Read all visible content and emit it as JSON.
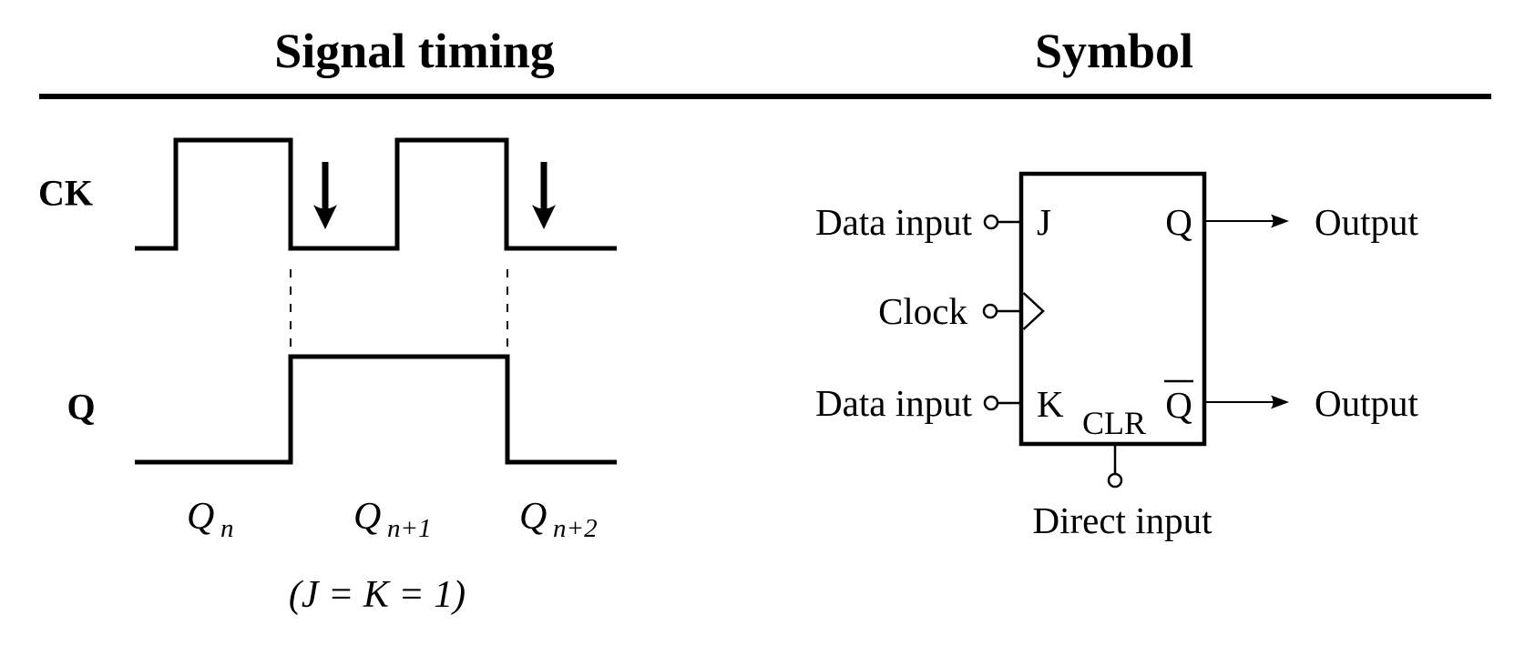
{
  "page": {
    "background": "#ffffff",
    "ink": "#000000"
  },
  "left_panel": {
    "title": "Signal timing",
    "ck_label": "CK",
    "q_label": "Q",
    "state_labels": [
      {
        "main": "Q",
        "sub": "n"
      },
      {
        "main": "Q",
        "sub": "n+1"
      },
      {
        "main": "Q",
        "sub": "n+2"
      }
    ],
    "condition": "(J = K = 1)"
  },
  "right_panel": {
    "title": "Symbol",
    "inputs": [
      {
        "label": "Data input",
        "pin": "J"
      },
      {
        "label": "Clock",
        "pin": ""
      },
      {
        "label": "Data input",
        "pin": "K"
      }
    ],
    "outputs": [
      {
        "pin": "Q",
        "negated": false,
        "label": "Output"
      },
      {
        "pin": "Q",
        "negated": true,
        "label": "Output"
      }
    ],
    "clear_pin": "CLR",
    "direct_input_label": "Direct input"
  },
  "timing": {
    "trigger": "falling-edge",
    "condition": "J = K = 1",
    "ck_levels": [
      "low",
      "high",
      "low",
      "high",
      "low"
    ],
    "q_levels": [
      "low",
      "high",
      "low"
    ],
    "q_states": [
      "Qn",
      "Qn+1",
      "Qn+2"
    ],
    "edge_marker_count": 2
  }
}
